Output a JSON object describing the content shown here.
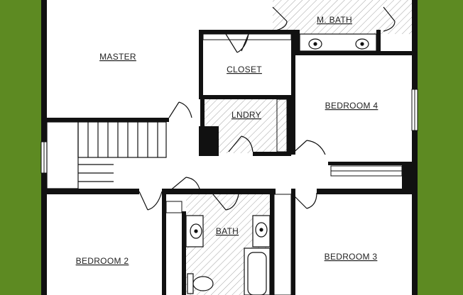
{
  "colors": {
    "border": "#5d8a22",
    "wall": "#111111",
    "floor": "#ffffff",
    "hatch": "#9a9a9a"
  },
  "rooms": {
    "master": "MASTER",
    "m_bath": "M. BATH",
    "closet": "CLOSET",
    "laundry": "LNDRY",
    "bedroom_4": "BEDROOM 4",
    "bath": "BATH",
    "bedroom_2": "BEDROOM 2",
    "bedroom_3": "BEDROOM 3"
  }
}
